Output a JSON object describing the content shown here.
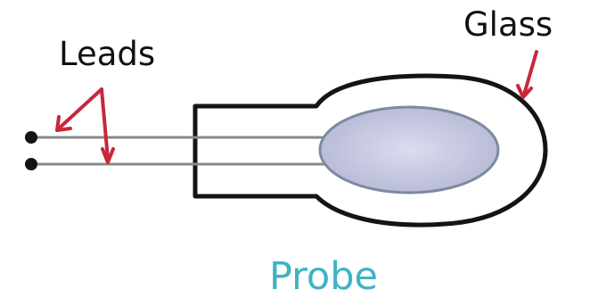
{
  "labels": {
    "leads": "Leads",
    "glass": "Glass",
    "probe": "Probe"
  },
  "colors": {
    "outline": "#141414",
    "arrow": "#c8283a",
    "bulb_fill_center": "#dcdbef",
    "bulb_fill_edge": "#b6b9d6",
    "bulb_stroke": "#7c8aa0",
    "lead_wire": "#888888",
    "probe_text": "#3eb3c4"
  }
}
